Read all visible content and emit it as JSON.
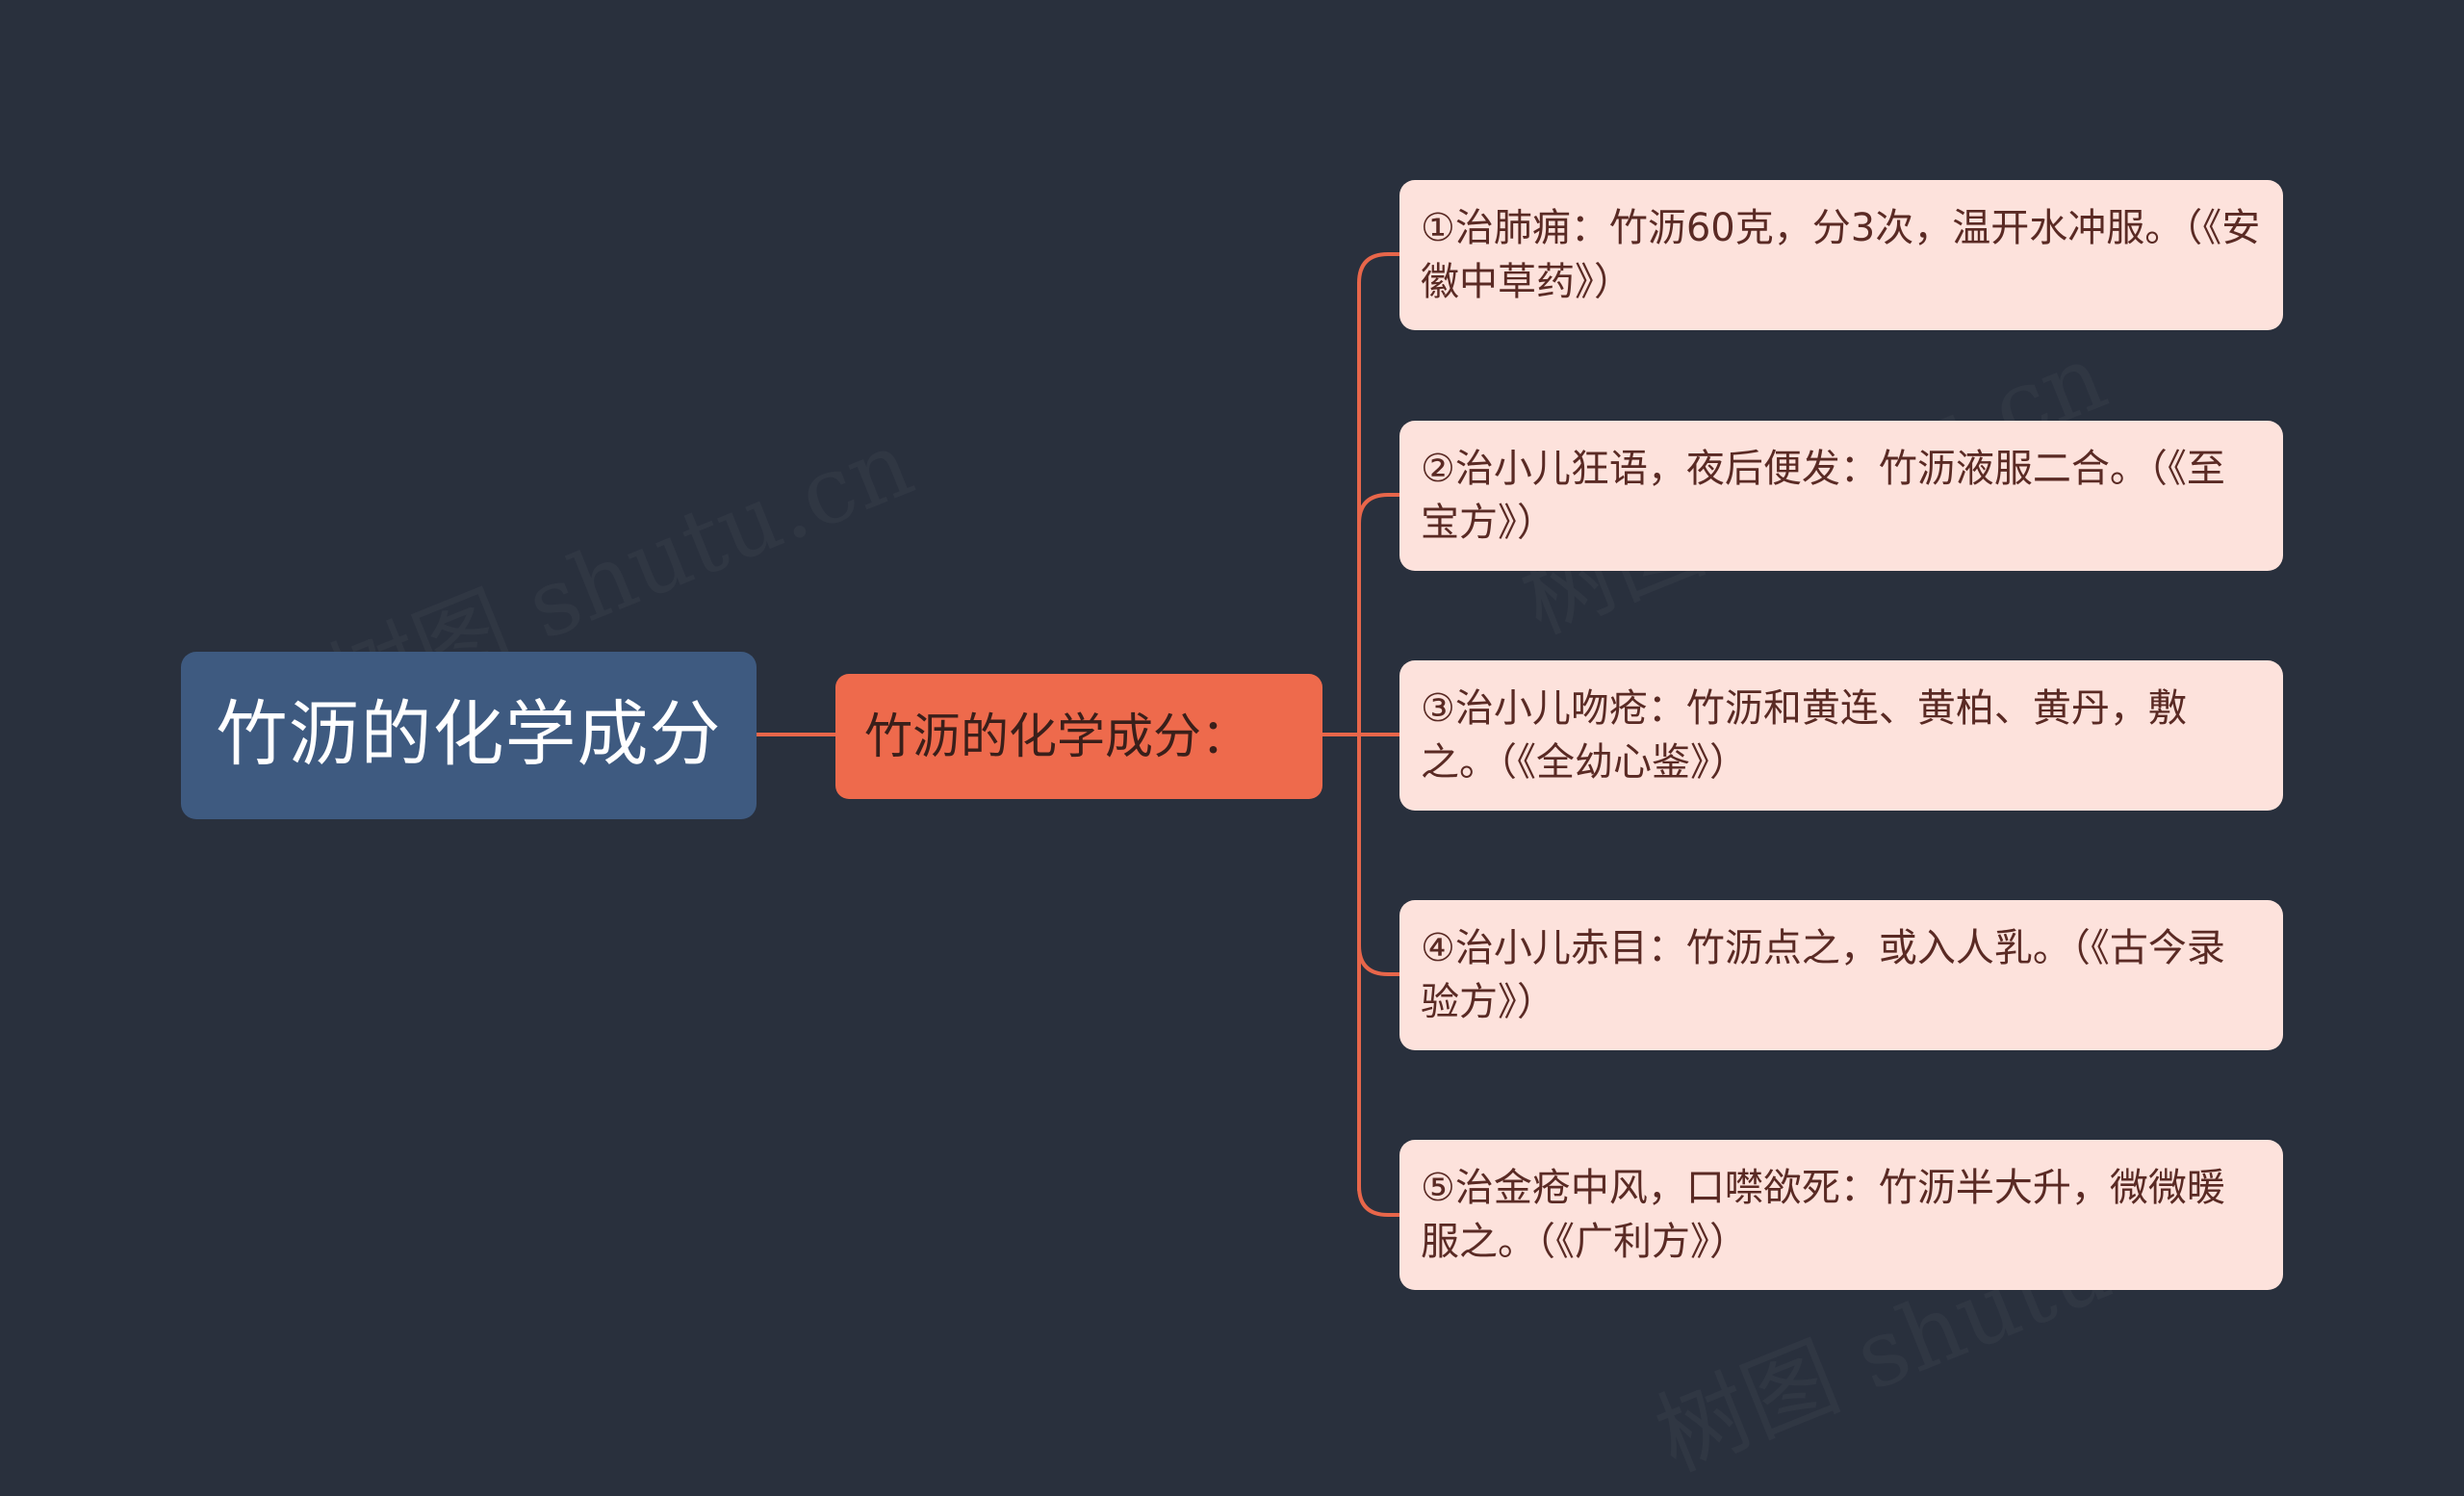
{
  "root": {
    "label": "竹沥的化学成分"
  },
  "branch": {
    "label": "竹沥的化学成分："
  },
  "leaves": [
    {
      "label": "①治肺痈：竹沥60克，分3次，温开水冲服。（《安徽中草药》）"
    },
    {
      "label": "②治小儿狂语，夜后便发：竹沥液服二合。（《至宝方》）"
    },
    {
      "label": "③治小儿吻疮：竹沥和黄连、黄柏、黄丹，敷之。（《全幼心鉴》）"
    },
    {
      "label": "④治小儿赤目：竹沥点之，或入人乳。（《古今录验方》）"
    },
    {
      "label": "⑤治金疮中风，口噤欲死：竹沥半大升，微微暖服之。（《广利方》）"
    }
  ],
  "colors": {
    "background": "#29303d",
    "root_fill": "#3e5a80",
    "branch_fill": "#ee6a4c",
    "leaf_fill": "#fde2dc",
    "connector": "#e8664a"
  }
}
